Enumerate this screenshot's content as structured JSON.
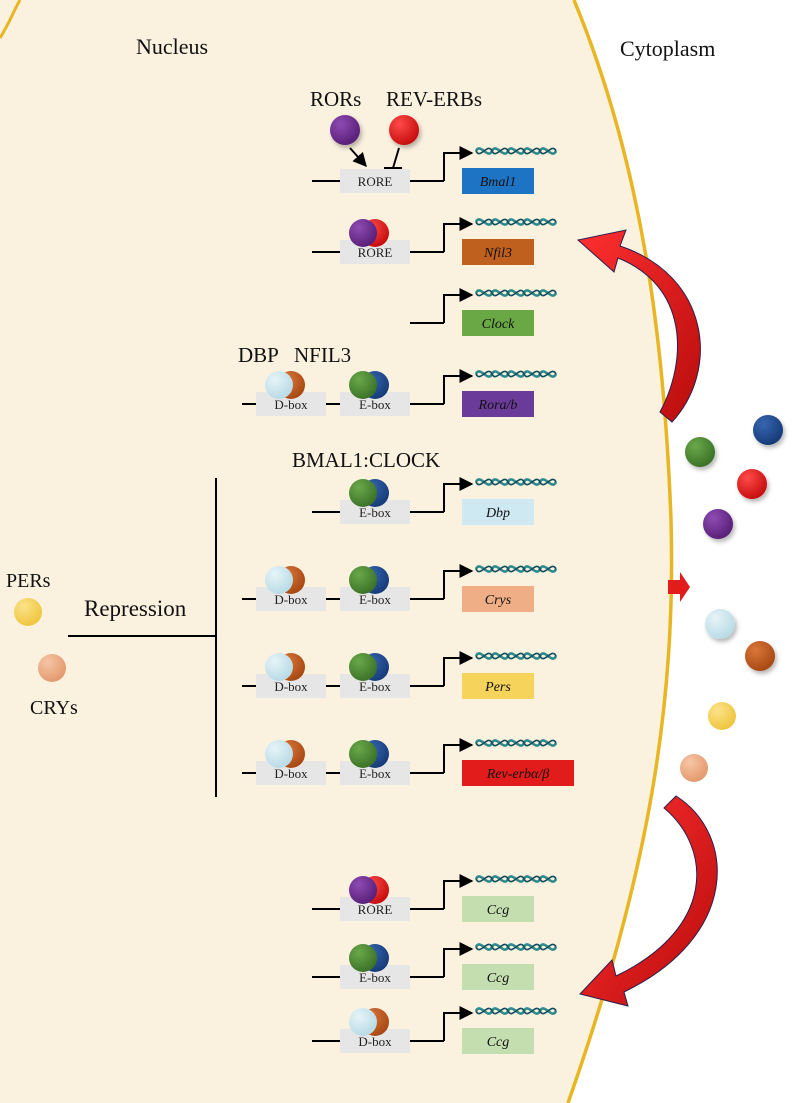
{
  "labels": {
    "nucleus": "Nucleus",
    "cytoplasm": "Cytoplasm",
    "rors": "RORs",
    "rev_erbs": "REV-ERBs",
    "dbp": "DBP",
    "nfil3": "NFIL3",
    "bmal1_clock": "BMAL1:CLOCK",
    "pers": "PERs",
    "crys": "CRYs",
    "repression": "Repression"
  },
  "genes": [
    {
      "label": "Bmal1",
      "color": "#1e74c4"
    },
    {
      "label": "Nfil3",
      "color": "#c0601e"
    },
    {
      "label": "Clock",
      "color": "#6aa845"
    },
    {
      "label": "Rora/b",
      "color": "#6b3b9a"
    },
    {
      "label": "Dbp",
      "color": "#cfe9f2"
    },
    {
      "label": "Crys",
      "color": "#efae86"
    },
    {
      "label": "Pers",
      "color": "#f6d35a"
    },
    {
      "label": "Rev-erbα/β",
      "color": "#e21b1b"
    },
    {
      "label": "Ccg",
      "color": "#c5deb0"
    },
    {
      "label": "Ccg",
      "color": "#c5deb0"
    },
    {
      "label": "Ccg",
      "color": "#c5deb0"
    }
  ],
  "boxes": {
    "rore": "RORE",
    "dbox": "D-box",
    "ebox": "E-box"
  },
  "colors": {
    "nucleus_fill": "#fbf1df",
    "membrane": "#e8b523",
    "ror_purple": "#6a2b8e",
    "reverb_red": "#e01c1c",
    "dbp_lightblue": "#cfe8ef",
    "nfil3_orange": "#c05a1e",
    "bmal1_green": "#4e8a35",
    "clock_blue": "#1f4d93",
    "per_yellow": "#f7d460",
    "cry_salmon": "#eeae86",
    "arrow_red": "#e21b1b"
  }
}
